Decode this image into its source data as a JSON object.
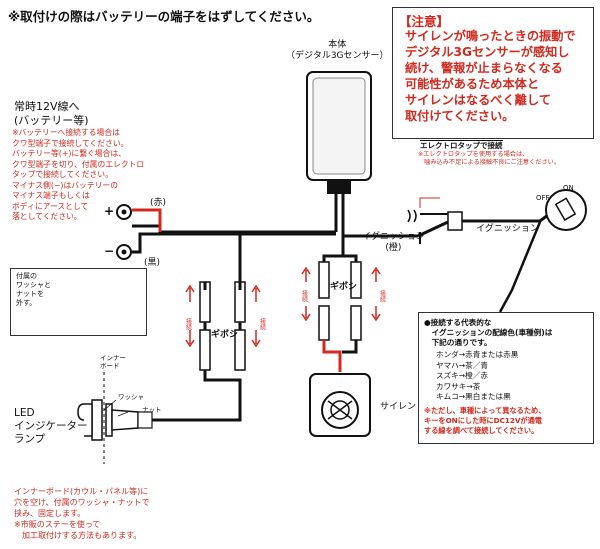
{
  "top_note": "※取付けの際はバッテリーの端子をはずしてください。",
  "caution": {
    "title": "【注意】",
    "body": "サイレンが鳴ったときの振動で\nデジタル3Gセンサーが感知し\n続け、警報が止まらなくなる\n可能性があるため本体と\nサイレンはなるべく離して\n取付けてください。"
  },
  "unit_label": "本体\n（デジタル3Gセンサー）",
  "battery": {
    "title": "常時12V線へ\n(バッテリー等)",
    "note": "※バッテリーへ接続する場合は\nクワ型端子で接続してください。\nバッテリー等(+)に繋ぐ場合は、\nクワ型端子を切り、付属のエレクトロ\nタップで接続してください。\nマイナス側(−)はバッテリーの\nマイナス端子もしくは\nボディにアースとして\n落としてください。",
    "plus": "+",
    "minus": "−",
    "red_wire": "(赤)",
    "black_wire": "(黒)"
  },
  "electrotap": {
    "title": "エレクトロタップで接続",
    "note": "※エレクトロタップを使用する場合は、\n　噛み込み不足による接触不良にご注意ください。"
  },
  "ignition": {
    "wire_label": "イグニッション\n(橙)",
    "switch_label": "イグニッション",
    "off": "OFF",
    "on": "ON"
  },
  "gibosi_left": "ギボシ",
  "gibosi_right": "ギボシ",
  "connect_a": "接続",
  "connect_b": "接続",
  "connect_c": "接続",
  "connect_d": "接続",
  "siren": "サイレン",
  "detail_box": {
    "note": "付属の\nワッシャと\nナットを\n外す。"
  },
  "led": {
    "board": "インナー\nボード",
    "washer": "ワッシャ",
    "nut": "ナット",
    "label": "LED\nインジケーター\nランプ",
    "install_note": "インナーボード(カウル・パネル等)に\n穴を空け、付属のワッシャ・ナットで\n挟み、固定します。\n※市販のステーを使って\n　加工取付けする方法もあります。"
  },
  "color_info": {
    "header": "●接続する代表的な\n　イグニッションの配線色(車種例)は\n　下記の通りです。",
    "list": "ホンダ→赤青または赤黒\nヤマハ→茶／青\nスズキ→橙／赤\nカワサキ→茶\nキムコ→黒白または黒",
    "warning": "※ただし、車種によって異なるため、\nキーをONにした時にDC12Vが通電\nする線を調べて接続してください。"
  },
  "colors": {
    "red": "#d4281f",
    "wire": "#111111"
  }
}
